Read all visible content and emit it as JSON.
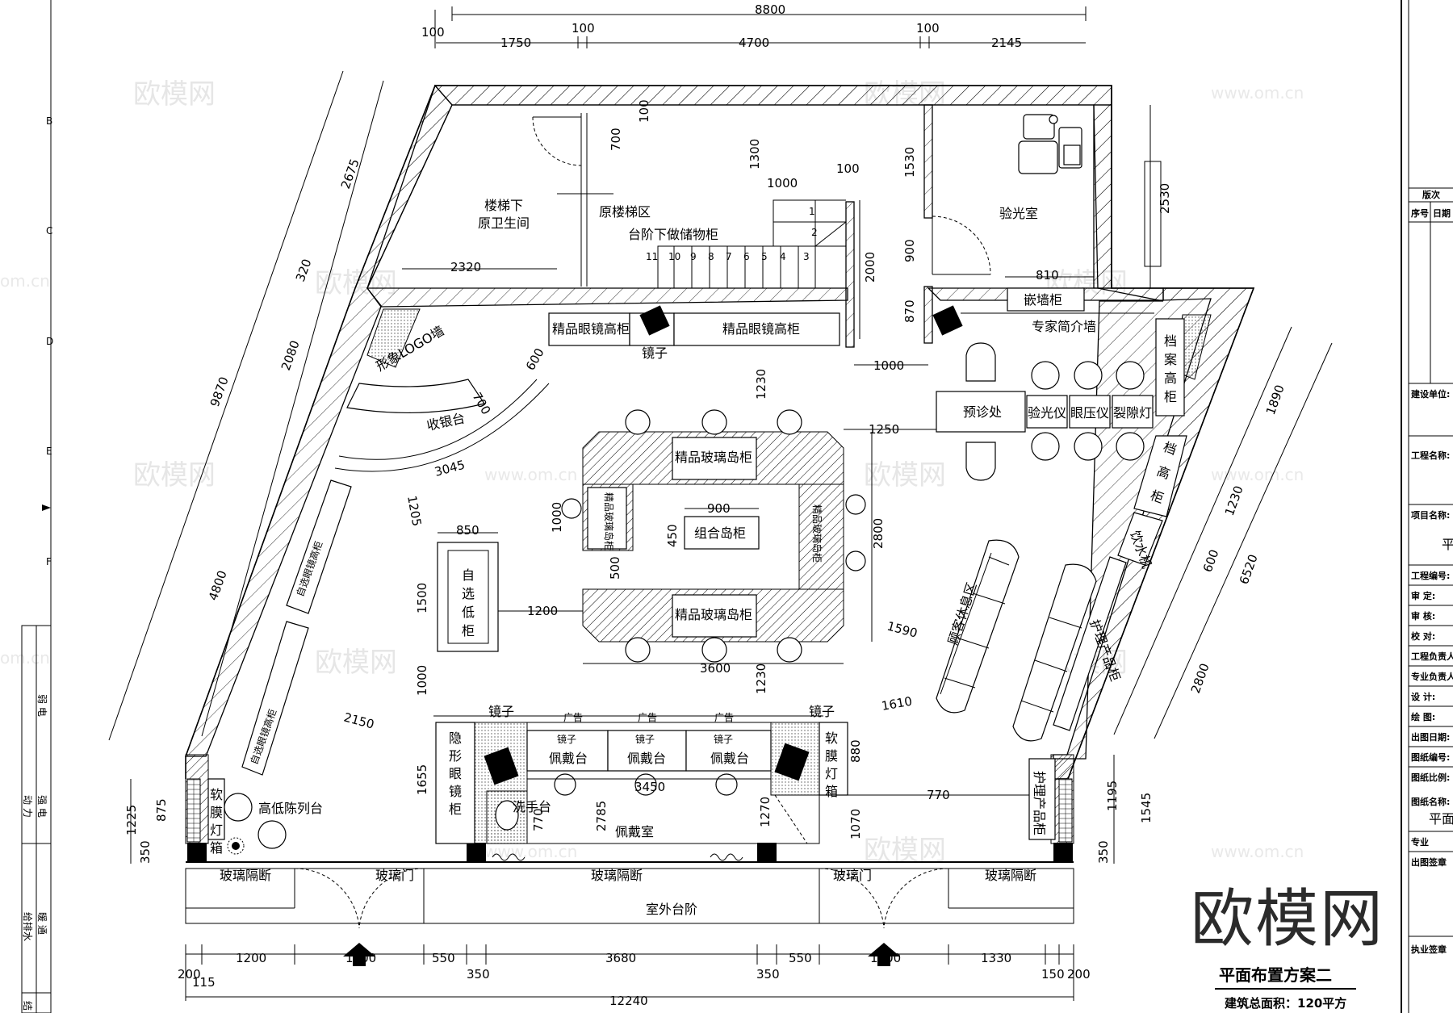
{
  "rooms": {
    "stair_wc_l1": "楼梯下",
    "stair_wc_l2": "原卫生间",
    "orig_stair": "原楼梯区",
    "stair_storage": "台阶下做储物柜",
    "optometry_room": "验光室",
    "embedded_cab": "嵌墙柜",
    "cabinet_tall_1": "精品眼镜高柜",
    "cabinet_tall_2": "精品眼镜高柜",
    "mirror_1": "镜子",
    "expert_wall": "专家简介墙",
    "logo_wall": "形象LOGO墙",
    "cashier": "收银台",
    "prediag": "预诊处",
    "optometer": "验光仪",
    "tonometer": "眼压仪",
    "slit_lamp": "裂隙灯",
    "archive_chars": [
      "档",
      "案",
      "高",
      "柜"
    ],
    "island_top": "精品玻璃岛柜",
    "island_bottom": "精品玻璃岛柜",
    "island_left": "精品玻璃岛柜",
    "island_right": "精品玻璃岛柜",
    "combo_island": "组合岛柜",
    "self_low_chars": [
      "自",
      "选",
      "低",
      "柜"
    ],
    "self_tall_1": "自选眼镜高柜",
    "self_tall_2": "自选眼镜高柜",
    "rest_sofa": "顾客休息区",
    "care_cab": "护理产品柜",
    "water": "饮水机",
    "ad": "广告",
    "mirror": "镜子",
    "wear_table": "佩戴台",
    "hidden_mirror_chars": [
      "隐",
      "形",
      "眼",
      "镜",
      "柜"
    ],
    "wash": "洗手台",
    "wear_room": "佩戴室",
    "lightbox_chars": [
      "软",
      "膜",
      "灯",
      "箱"
    ],
    "display_table": "高低陈列台",
    "care_cab_right": "护理产品柜",
    "glass_partition": "玻璃隔断",
    "glass_door": "玻璃门",
    "outdoor_steps": "室外台阶",
    "stair_numbers": [
      "11",
      "10",
      "9",
      "8",
      "7",
      "6",
      "5",
      "4",
      "3",
      "2",
      "1"
    ],
    "tall_cab_right_chars": [
      "高",
      "档",
      "柜"
    ]
  },
  "dimensions": {
    "top_total": "8800",
    "top_segments": [
      "100",
      "1750",
      "100",
      "4700",
      "100",
      "2145"
    ],
    "bottom_total": "12240",
    "bottom_segments": [
      "200",
      "115",
      "1200",
      "1800",
      "550",
      "350",
      "3680",
      "350",
      "550",
      "1800",
      "1330",
      "150",
      "200"
    ],
    "left_diag": [
      "9870",
      "2675",
      "320",
      "2080",
      "4800"
    ],
    "right_diag": [
      "1890",
      "1230",
      "600",
      "6520",
      "2800"
    ],
    "inner": [
      "700",
      "100",
      "1300",
      "1000",
      "100",
      "1530",
      "900",
      "870",
      "2530",
      "810",
      "2320",
      "2000",
      "1000",
      "600",
      "700",
      "1230",
      "3045",
      "1250",
      "1205",
      "850",
      "900",
      "1000",
      "450",
      "2800",
      "1500",
      "1200",
      "500",
      "3600",
      "1590",
      "1230",
      "1000",
      "2150",
      "1610",
      "880",
      "1655",
      "3450",
      "2785",
      "770",
      "1270",
      "770",
      "1070",
      "1225",
      "875",
      "350",
      "1195",
      "1545",
      "350"
    ]
  },
  "title": {
    "main": "平面布置方案二",
    "area": "建筑总面积：120平方"
  },
  "brand": {
    "logo": "欧模网",
    "watermark": "欧模网",
    "url": "www.om.cn",
    "url_alt": "om.cn"
  },
  "title_block": {
    "version": "版次",
    "seq": "序号",
    "date": "日期",
    "unit": "建设单位:",
    "project": "工程名称:",
    "item": "项目名称:",
    "item_val": "平",
    "proj_no": "工程编号:",
    "approve": "审 定:",
    "review": "审 核:",
    "check": "校 对:",
    "proj_lead": "工程负责人:",
    "spec_lead": "专业负责人:",
    "design": "设 计:",
    "draw": "绘 图:",
    "out_date": "出图日期:",
    "drawing_no": "图纸编号:",
    "scale": "图纸比例:",
    "drawing_name": "图纸名称:",
    "drawing_name_val": "平面",
    "major": "专业",
    "out_sign": "出图签章",
    "exec_sign": "执业签章"
  },
  "left_strip": {
    "weak": "弱 电",
    "power": "动 力",
    "strong": "强 电",
    "plumbing": "给排水",
    "hvac": "暖 通",
    "struct": "结 构",
    "marks": [
      "B",
      "C",
      "D",
      "E",
      "F"
    ]
  }
}
